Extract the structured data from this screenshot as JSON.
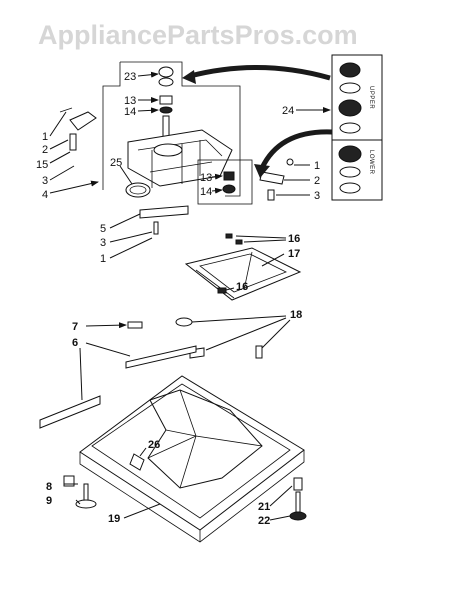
{
  "watermark": "AppliancePartsPros.com",
  "side_labels": {
    "upper": "UPPER",
    "lower": "LOWER"
  },
  "callouts": {
    "c23": "23",
    "c13a": "13",
    "c14a": "14",
    "c24": "24",
    "c1a": "1",
    "c2a": "2",
    "c15": "15",
    "c3a": "3",
    "c4": "4",
    "c25": "25",
    "c13b": "13",
    "c14b": "14",
    "c1b": "1",
    "c2b": "2",
    "c3b": "3",
    "c5": "5",
    "c3c": "3",
    "c1c": "1",
    "c16a": "16",
    "c17": "17",
    "c16b": "16",
    "c7": "7",
    "c6": "6",
    "c18": "18",
    "c26": "26",
    "c8": "8",
    "c9": "9",
    "c19": "19",
    "c21": "21",
    "c22": "22"
  },
  "colors": {
    "ink": "#111111",
    "watermark": "#d6d6d6",
    "arrow": "#1a1a1a"
  }
}
